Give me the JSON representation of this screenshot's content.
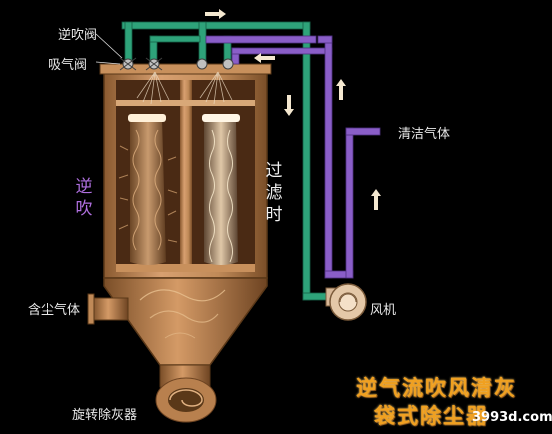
{
  "labels": {
    "reverse_valve": "逆吹阀",
    "suction_valve": "吸气阀",
    "clean_gas": "清洁气体",
    "dusty_gas": "含尘气体",
    "fan": "风机",
    "cyclone": "旋转除灰器"
  },
  "side_labels": {
    "reverse_blow": [
      "逆",
      "吹"
    ],
    "filtering": [
      "过",
      "滤",
      "时"
    ]
  },
  "title": {
    "line1": "逆气流吹风清灰",
    "line2": "袋式除尘器"
  },
  "watermark": "3993d.com",
  "colors": {
    "pipe_green": "#2ea37a",
    "pipe_purple": "#8a5ec8",
    "housing": "#b8804e",
    "title": "#f0a020",
    "reverse_label": "#b070e0"
  }
}
